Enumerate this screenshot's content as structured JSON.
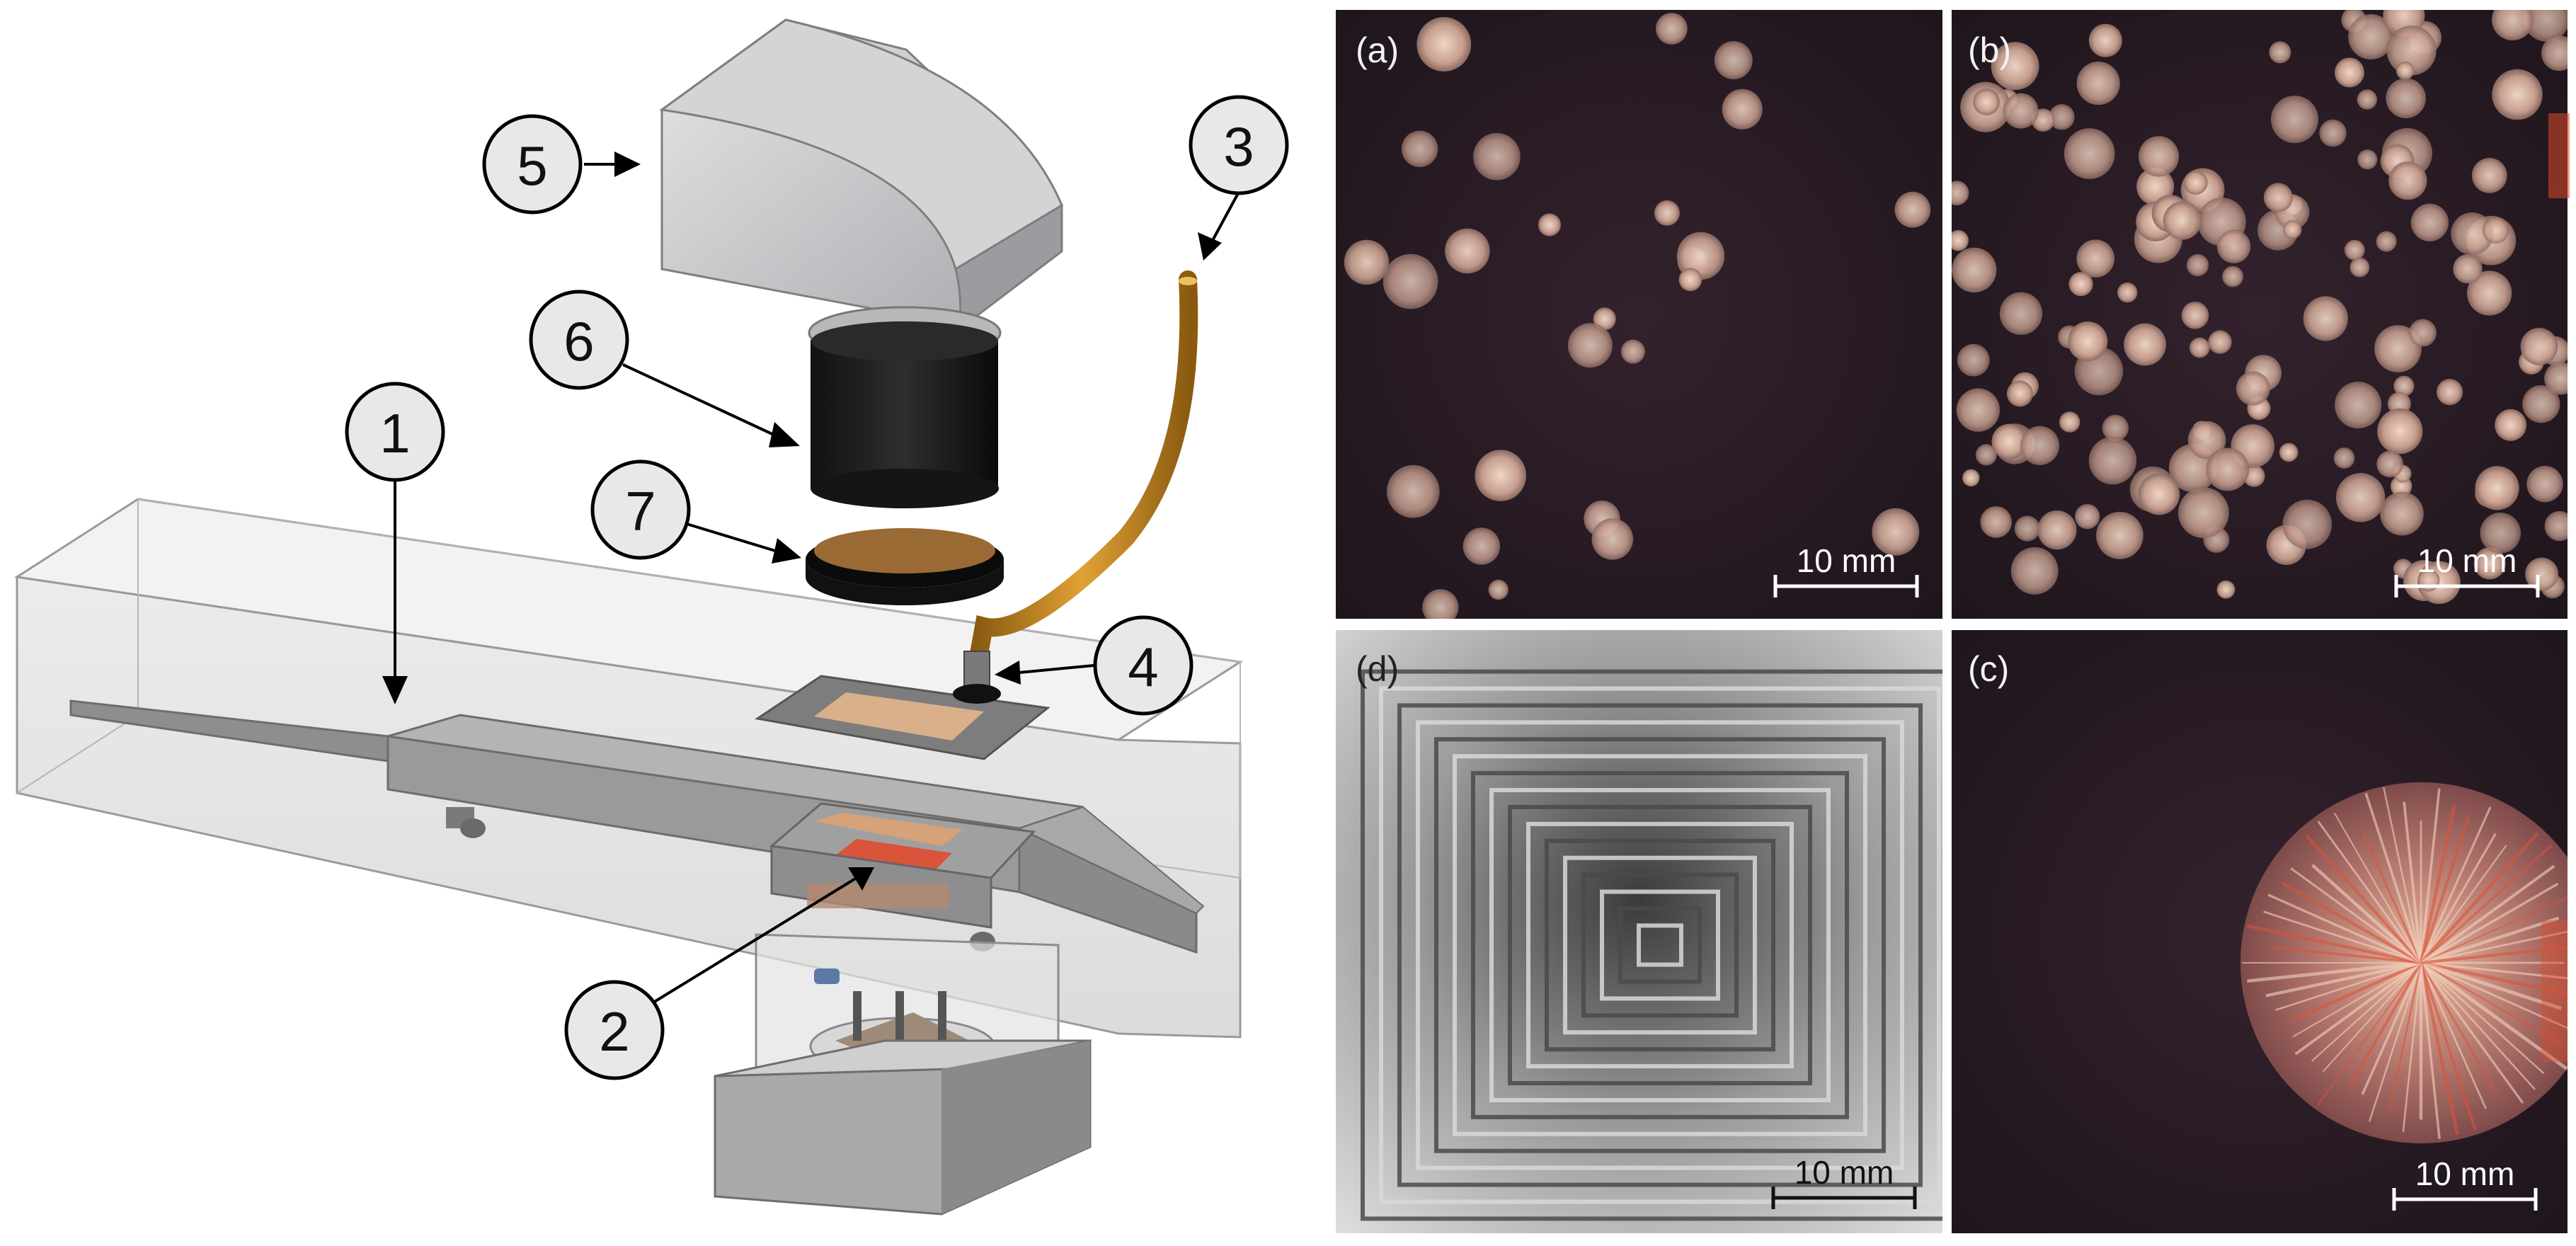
{
  "figure": {
    "callouts": [
      "1",
      "2",
      "3",
      "4",
      "5",
      "6",
      "7"
    ],
    "panels": [
      {
        "id": "a",
        "label": "(a)",
        "scale": "10 mm",
        "kind": "sparse-spherulites"
      },
      {
        "id": "b",
        "label": "(b)",
        "scale": "10 mm",
        "kind": "dense-spherulites"
      },
      {
        "id": "d",
        "label": "(d)",
        "scale": "10 mm",
        "kind": "pyramid-relief"
      },
      {
        "id": "c",
        "label": "(c)",
        "scale": "10 mm",
        "kind": "single-spherulite"
      }
    ]
  },
  "colors": {
    "dark_panel": "#2b1d26",
    "spherulite": "#d8b8a8",
    "fiber": "#c8891c",
    "hot_plate": "#d9543a",
    "window": "#d9b08a",
    "filter": "#9a6a35",
    "metal": "#c9c9cc"
  }
}
